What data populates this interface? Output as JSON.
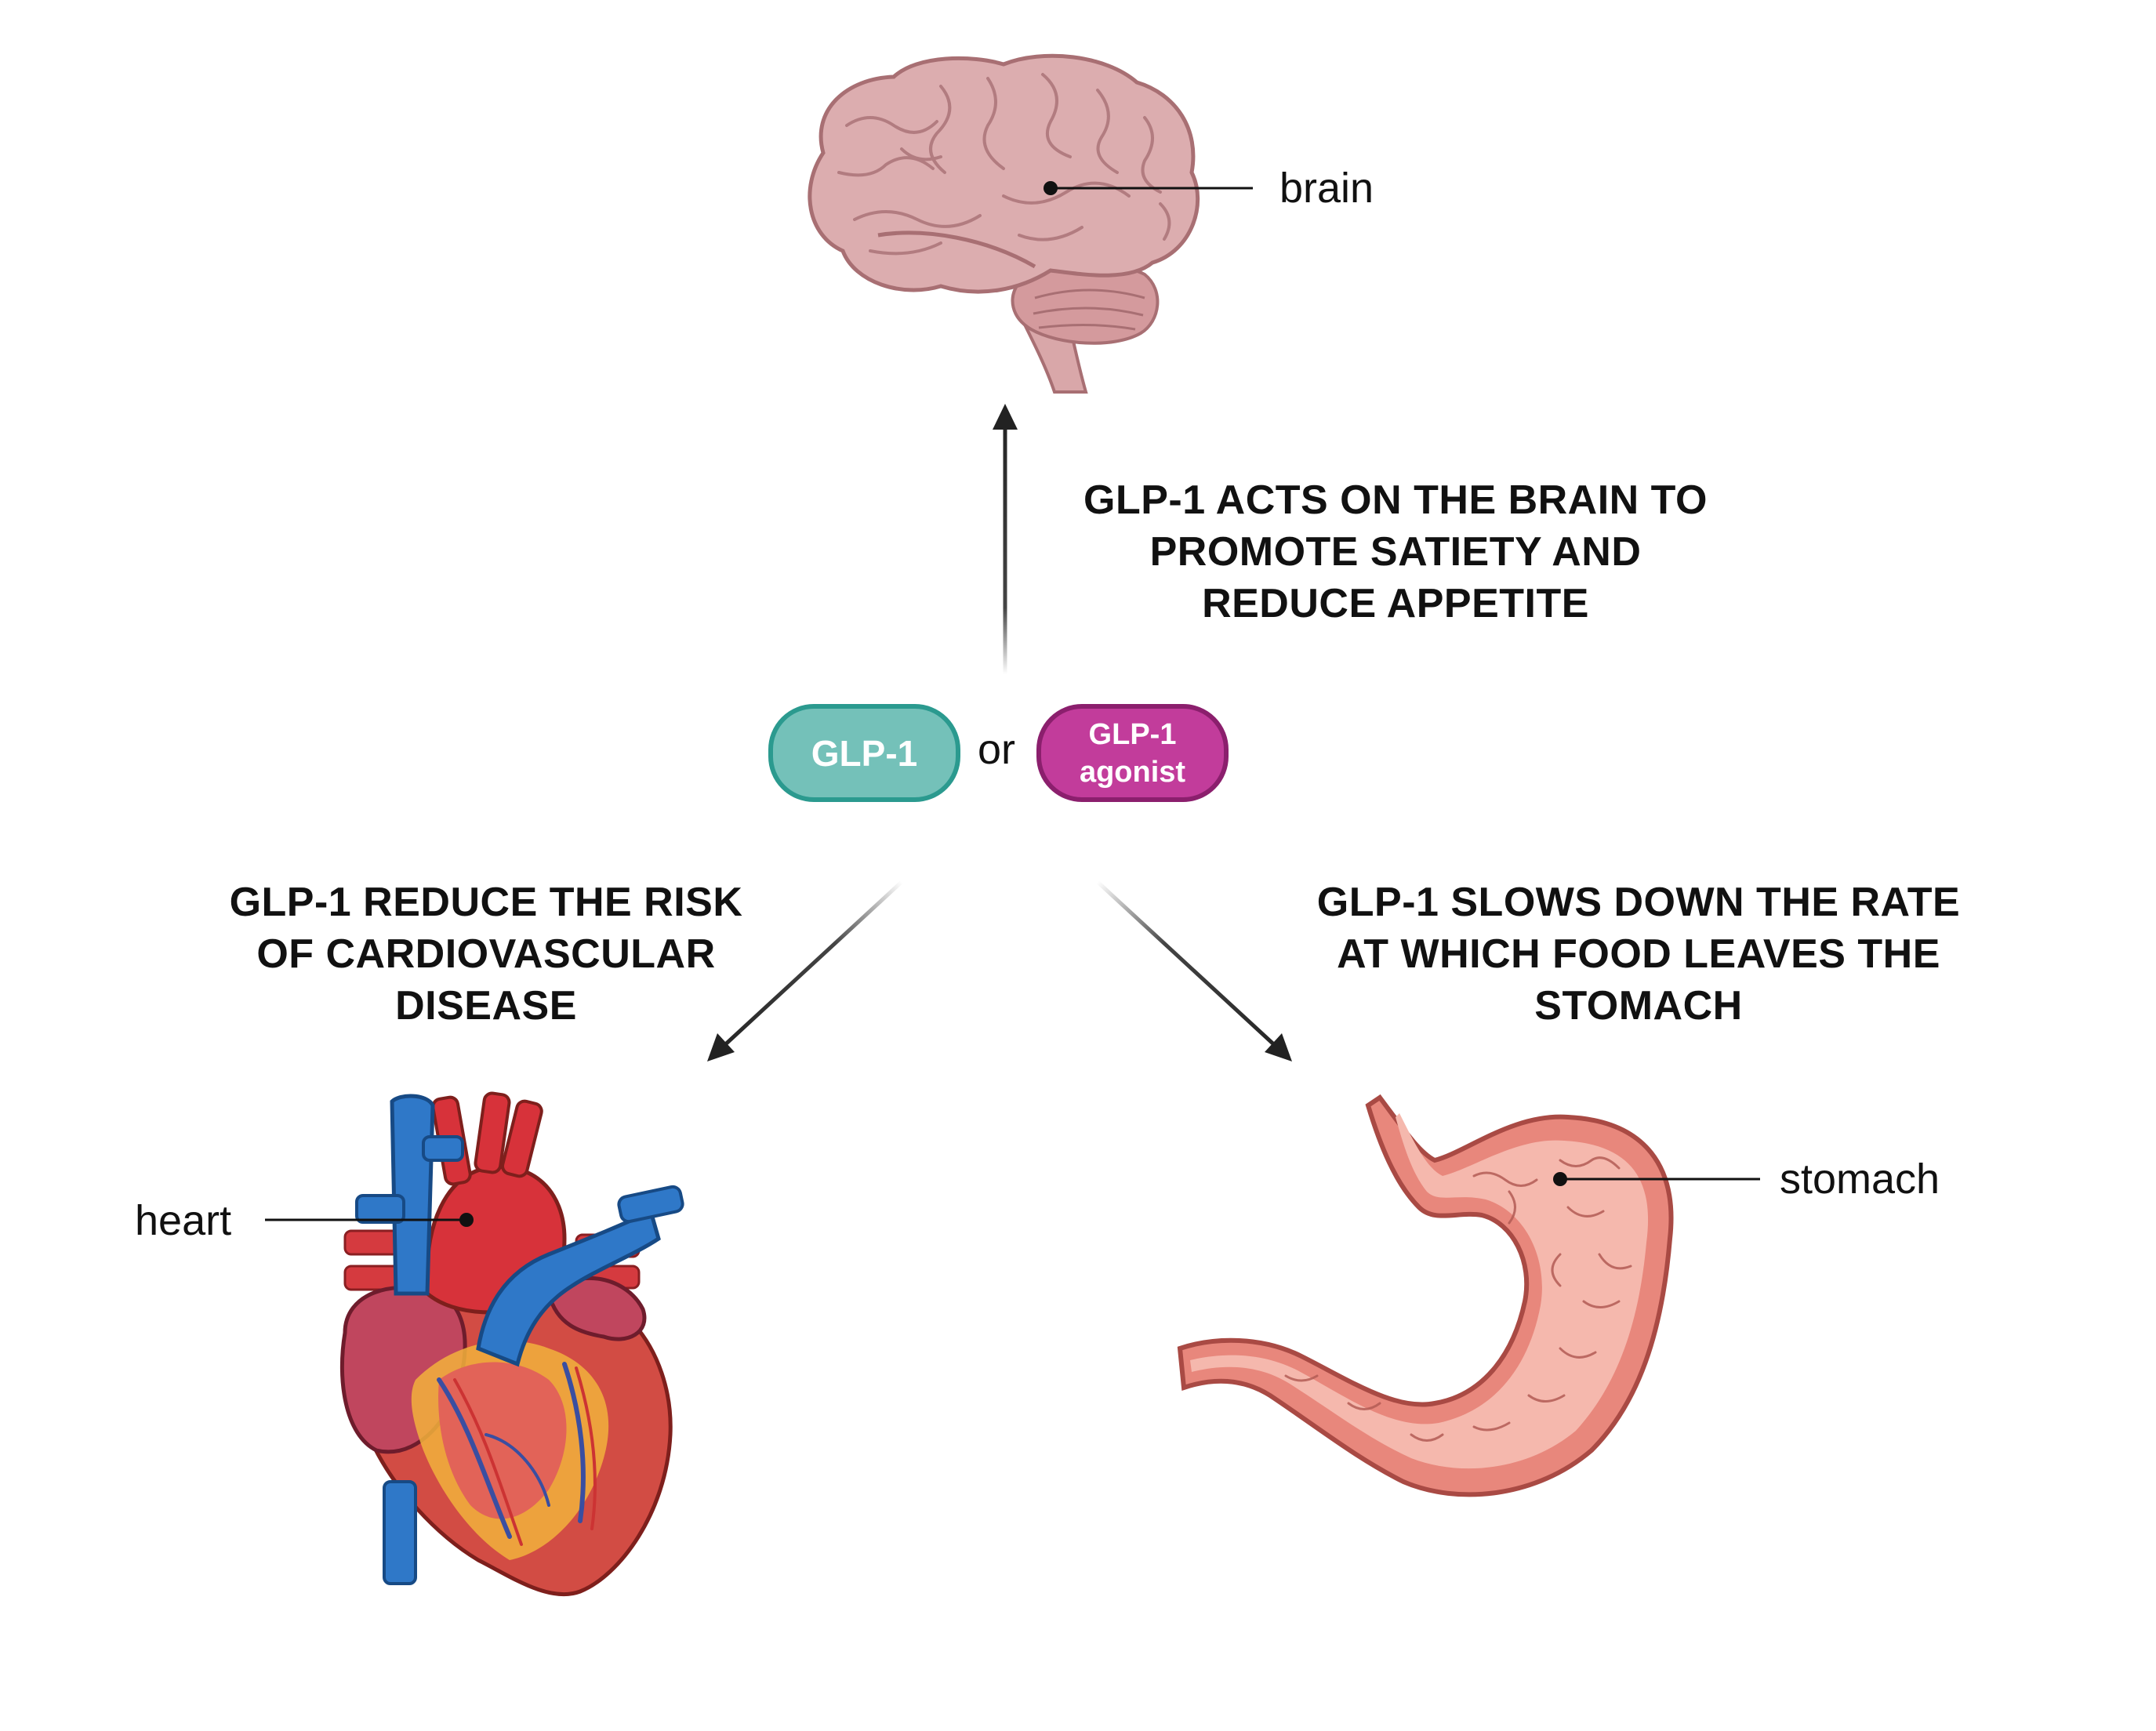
{
  "organs": {
    "brain": "brain",
    "heart": "heart",
    "stomach": "stomach"
  },
  "captions": {
    "brain": [
      "GLP-1 ACTS ON THE BRAIN TO",
      "PROMOTE SATIETY AND",
      "REDUCE APPETITE"
    ],
    "heart": [
      "GLP-1 REDUCE THE RISK",
      "OF CARDIOVASCULAR",
      "DISEASE"
    ],
    "stomach": [
      "GLP-1 SLOWS DOWN THE RATE",
      "AT WHICH FOOD LEAVES THE",
      "STOMACH"
    ]
  },
  "center": {
    "glp1": "GLP-1",
    "or": "or",
    "agonist_line1": "GLP-1",
    "agonist_line2": "agonist"
  },
  "colors": {
    "glp1_pill": "#74c1b9",
    "agonist_pill": "#c23c9b",
    "brain": "#d7a5a8",
    "heart_red": "#d7323a",
    "heart_blue": "#2f78c8",
    "stomach": "#e9867a"
  }
}
